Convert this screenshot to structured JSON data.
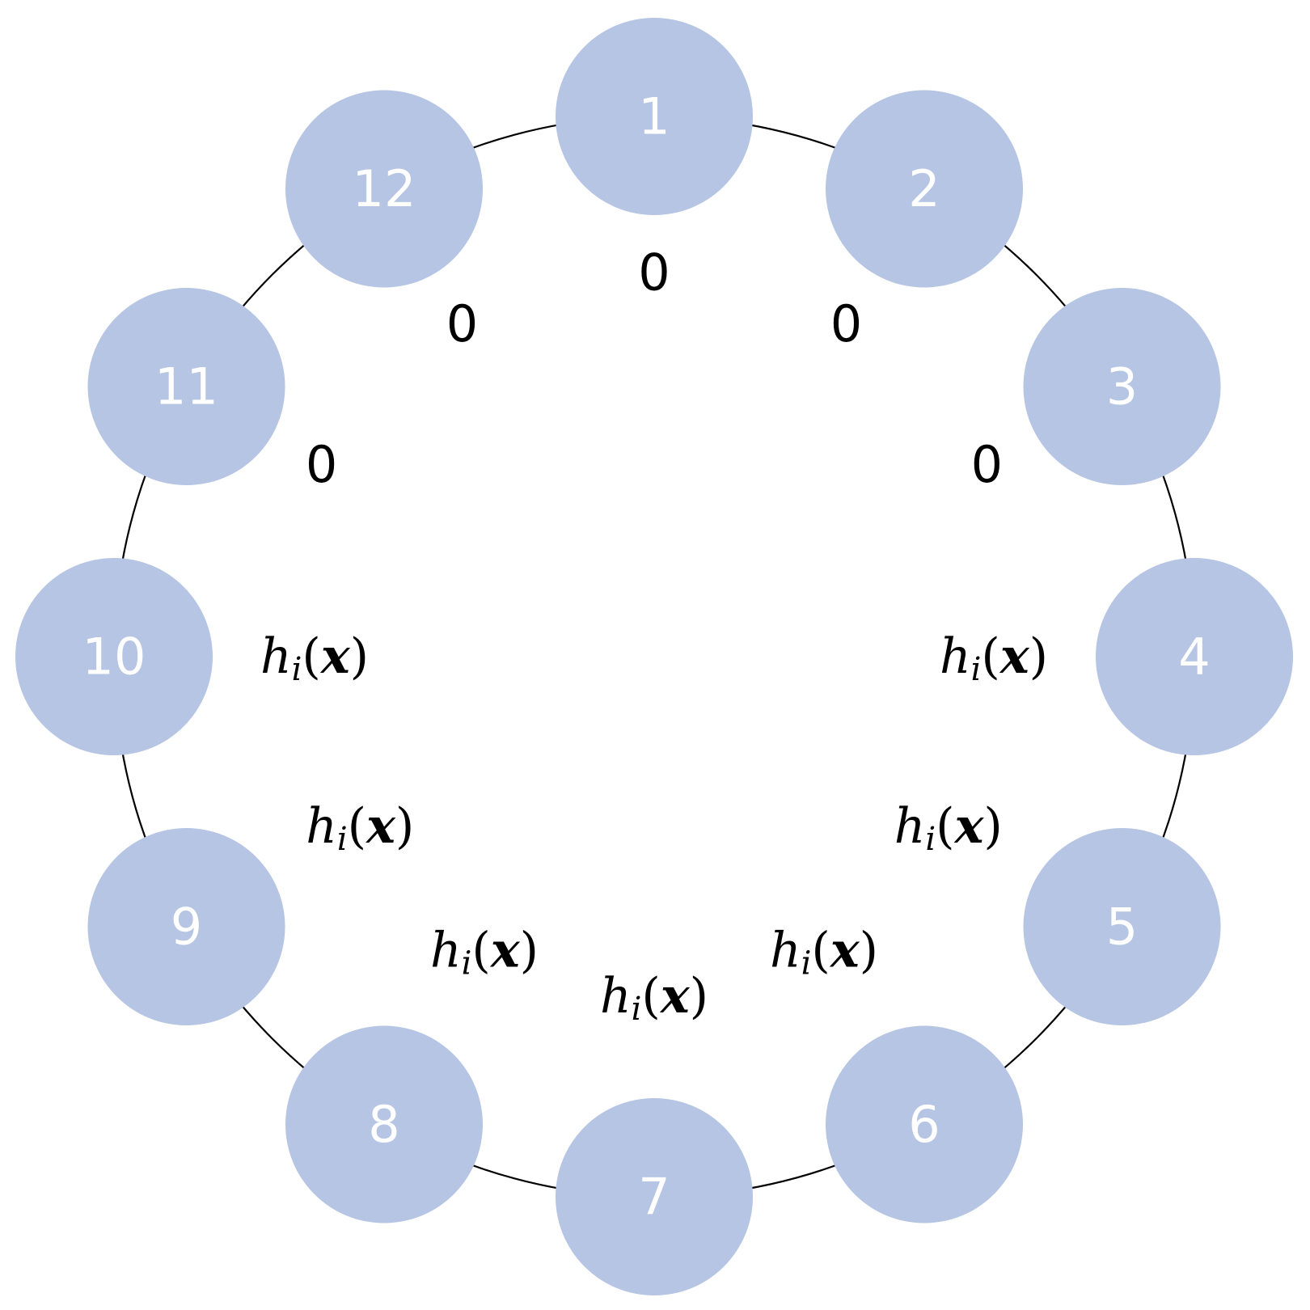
{
  "diagram": {
    "title": "",
    "ring_color": "#000000",
    "node_fill": "#b5c5e3",
    "node_text_color": "#ffffff",
    "nodes": [
      {
        "id": 1,
        "label": "1"
      },
      {
        "id": 2,
        "label": "2"
      },
      {
        "id": 3,
        "label": "3"
      },
      {
        "id": 4,
        "label": "4"
      },
      {
        "id": 5,
        "label": "5"
      },
      {
        "id": 6,
        "label": "6"
      },
      {
        "id": 7,
        "label": "7"
      },
      {
        "id": 8,
        "label": "8"
      },
      {
        "id": 9,
        "label": "9"
      },
      {
        "id": 10,
        "label": "10"
      },
      {
        "id": 11,
        "label": "11"
      },
      {
        "id": 12,
        "label": "12"
      }
    ],
    "inner_labels": [
      {
        "node": 1,
        "type": "zero",
        "text": "0"
      },
      {
        "node": 2,
        "type": "zero",
        "text": "0"
      },
      {
        "node": 3,
        "type": "zero",
        "text": "0"
      },
      {
        "node": 4,
        "type": "h",
        "func": "h",
        "sub": "i",
        "arg": "x"
      },
      {
        "node": 5,
        "type": "h",
        "func": "h",
        "sub": "i",
        "arg": "x"
      },
      {
        "node": 6,
        "type": "h",
        "func": "h",
        "sub": "i",
        "arg": "x"
      },
      {
        "node": 7,
        "type": "h",
        "func": "h",
        "sub": "i",
        "arg": "x"
      },
      {
        "node": 8,
        "type": "h",
        "func": "h",
        "sub": "i",
        "arg": "x"
      },
      {
        "node": 9,
        "type": "h",
        "func": "h",
        "sub": "i",
        "arg": "x"
      },
      {
        "node": 10,
        "type": "h",
        "func": "h",
        "sub": "i",
        "arg": "x"
      },
      {
        "node": 11,
        "type": "zero",
        "text": "0"
      },
      {
        "node": 12,
        "type": "zero",
        "text": "0"
      }
    ]
  }
}
